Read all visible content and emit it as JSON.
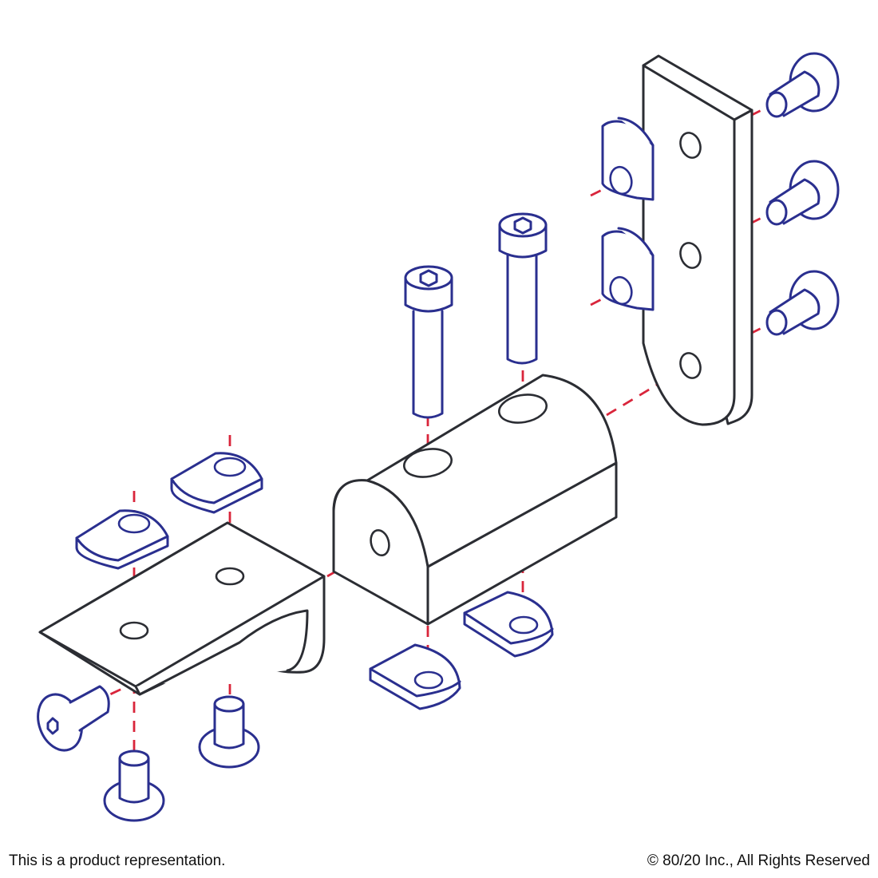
{
  "footer": {
    "disclaimer": "This is a product representation.",
    "copyright": "© 80/20 Inc., All Rights Reserved"
  },
  "colors": {
    "part_outline": "#2b2d33",
    "hardware_outline": "#2a2f8f",
    "axis_line": "#d9253b",
    "background": "#ffffff"
  },
  "diagram": {
    "style": "exploded isometric line drawing"
  }
}
